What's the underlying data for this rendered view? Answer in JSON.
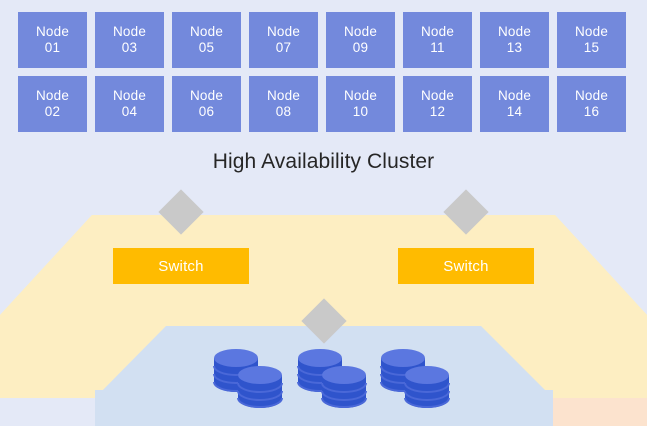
{
  "diagram": {
    "title": "High Availability Cluster",
    "background_color": "#e4e9f7",
    "cluster": {
      "node_label_prefix": "Node",
      "node_fill_color": "#7389dc",
      "node_text_color": "#ffffff",
      "rows": 2,
      "columns": 8,
      "nodes": [
        {
          "name": "Node",
          "id": "01"
        },
        {
          "name": "Node",
          "id": "02"
        },
        {
          "name": "Node",
          "id": "03"
        },
        {
          "name": "Node",
          "id": "04"
        },
        {
          "name": "Node",
          "id": "05"
        },
        {
          "name": "Node",
          "id": "06"
        },
        {
          "name": "Node",
          "id": "07"
        },
        {
          "name": "Node",
          "id": "08"
        },
        {
          "name": "Node",
          "id": "09"
        },
        {
          "name": "Node",
          "id": "10"
        },
        {
          "name": "Node",
          "id": "11"
        },
        {
          "name": "Node",
          "id": "12"
        },
        {
          "name": "Node",
          "id": "13"
        },
        {
          "name": "Node",
          "id": "14"
        },
        {
          "name": "Node",
          "id": "15"
        },
        {
          "name": "Node",
          "id": "16"
        }
      ]
    },
    "network": {
      "switch_fill_color": "#ffbb00",
      "switch_text_color": "#ffffff",
      "switches": [
        {
          "label": "Switch"
        },
        {
          "label": "Switch"
        }
      ],
      "connector_color": "#c9c9c9",
      "connectors": [
        {
          "shape": "diamond"
        },
        {
          "shape": "diamond"
        },
        {
          "shape": "diamond"
        }
      ]
    },
    "storage": {
      "disk_top_color": "#5b77e0",
      "disk_body_color": "#2f54cc",
      "stack_groups": 3,
      "disks_per_stack": 4
    },
    "bands": {
      "upper_band_color": "#fdeec2",
      "side_block_color": "#fce3ce",
      "lower_band_color": "#d2e0f2"
    }
  }
}
